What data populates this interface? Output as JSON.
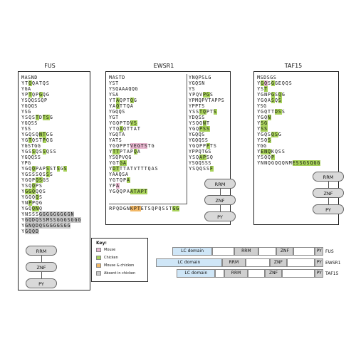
{
  "colors": {
    "mouse": "#e8b7cf",
    "chicken": "#a8d25a",
    "both": "#f2b866",
    "absent": "#c8c8c8",
    "lc": "#cfe6f7",
    "domain": "#cfcfcf"
  },
  "titles": {
    "fus": "FUS",
    "ewsr1": "EWSR1",
    "taf15": "TAF15"
  },
  "fus": {
    "lines": [
      "MASND",
      "YTQQATQS",
      "YGA",
      "YPTQPGQG",
      "YSQQSSQP",
      "YGQQS",
      "YSG",
      "YSQSTDTSG",
      "YGQSS",
      "YSS",
      "YGQSQNTGG",
      "YGTQSTPQG",
      "YGSTGG",
      "YGSSQSSQSS",
      "YGQQSS",
      "YPG",
      "YGQQPAPSSTSGS",
      "YGSSSQSSS",
      "YGQPQSGS",
      "YSQQPS",
      "YGGQQQS",
      "YGQQQS",
      "YNPPQG",
      "YGQQNQ",
      "YNSSSGGGGGGGGGN",
      "YGQDQSSMSSGGGSGGG",
      "YGNQDQSGGGGSGG",
      "YGQQD"
    ],
    "domains": [
      "RRM",
      "ZNF",
      "PY"
    ]
  },
  "ewsr1": {
    "left_lines": [
      "MASTD",
      "YST",
      "YSQAAAQQG",
      "YSA",
      "YTAQPTQG",
      "YAQTTQA",
      "YGQQS",
      "YGT",
      "YGQPTDVS",
      "YTQAQTTAT",
      "YGQTA",
      "YATS",
      "YGQPPTVEGTSTG",
      "YTTPTAPQA",
      "YSQPVQG",
      "YGTGA",
      "YDTTTATVTTTQAS",
      "YAAQSA",
      "YGTQPA",
      "YPA",
      "YGQQPAATAPT"
    ],
    "right_lines": [
      "YNQPSLG",
      "YGQSN",
      "YS",
      "YPQVPGS",
      "YPMQPVTAPPS",
      "YPPTS",
      "YSSTQPTS",
      "YDQSS",
      "YSQQNT",
      "YGQPSS",
      "YGQQS",
      "YGQQSS",
      "YGQPPPTS",
      "YPPQTGS",
      "YSQAPSQ",
      "YSQQSSS",
      "YSQQSSF"
    ],
    "bottom_line": "RPQDGNKPTETSQPQSSTGG",
    "domains": [
      "RRM",
      "ZNF",
      "PY"
    ]
  },
  "taf15": {
    "lines": [
      "MSDSGS",
      "YGQSGGEQQS",
      "YST",
      "YGNPGSQG",
      "YGQASQS",
      "YSG",
      "YGQTTDSS",
      "YGQN",
      "YSG",
      "YSS",
      "YGQSQSG",
      "YSQS",
      "YGG",
      "YENQKQSS",
      "YSQQP",
      "YNNQGQQQNMESSGSQGG"
    ],
    "domains": [
      "RRM",
      "ZNF",
      "PY"
    ]
  },
  "legend": {
    "title": "Key:",
    "items": [
      {
        "label": "Mouse",
        "color": "#e8b7cf"
      },
      {
        "label": "Chicken",
        "color": "#a8d25a"
      },
      {
        "label": "Mouse & chicken",
        "color": "#f2b866"
      },
      {
        "label": "Absent in chicken",
        "color": "#c8c8c8"
      }
    ]
  },
  "architecture": [
    {
      "protein": "FUS",
      "segments": [
        {
          "label": "LC domain",
          "start": 0,
          "end": 0.265,
          "kind": "lc"
        },
        {
          "label": "",
          "start": 0.265,
          "end": 0.41,
          "kind": "plain"
        },
        {
          "label": "RRM",
          "start": 0.41,
          "end": 0.57,
          "kind": "domain"
        },
        {
          "label": "",
          "start": 0.57,
          "end": 0.69,
          "kind": "plain"
        },
        {
          "label": "ZNF",
          "start": 0.69,
          "end": 0.8,
          "kind": "domain"
        },
        {
          "label": "",
          "start": 0.8,
          "end": 0.945,
          "kind": "plain"
        },
        {
          "label": "PY",
          "start": 0.945,
          "end": 1.0,
          "kind": "domain"
        }
      ]
    },
    {
      "protein": "EWSR1",
      "segments": [
        {
          "label": "LC domain",
          "start": -0.11,
          "end": 0.33,
          "kind": "lc"
        },
        {
          "label": "RRM",
          "start": 0.33,
          "end": 0.485,
          "kind": "domain"
        },
        {
          "label": "",
          "start": 0.485,
          "end": 0.645,
          "kind": "plain"
        },
        {
          "label": "ZNF",
          "start": 0.645,
          "end": 0.76,
          "kind": "domain"
        },
        {
          "label": "",
          "start": 0.76,
          "end": 0.945,
          "kind": "plain"
        },
        {
          "label": "PY",
          "start": 0.945,
          "end": 1.0,
          "kind": "domain"
        }
      ]
    },
    {
      "protein": "TAF15",
      "segments": [
        {
          "label": "LC domain",
          "start": 0.03,
          "end": 0.285,
          "kind": "lc"
        },
        {
          "label": "",
          "start": 0.285,
          "end": 0.345,
          "kind": "plain"
        },
        {
          "label": "RRM",
          "start": 0.345,
          "end": 0.5,
          "kind": "domain"
        },
        {
          "label": "",
          "start": 0.5,
          "end": 0.615,
          "kind": "plain"
        },
        {
          "label": "ZNF",
          "start": 0.615,
          "end": 0.725,
          "kind": "domain"
        },
        {
          "label": "",
          "start": 0.725,
          "end": 0.945,
          "kind": "plain"
        },
        {
          "label": "PY",
          "start": 0.945,
          "end": 1.0,
          "kind": "domain"
        }
      ]
    }
  ]
}
